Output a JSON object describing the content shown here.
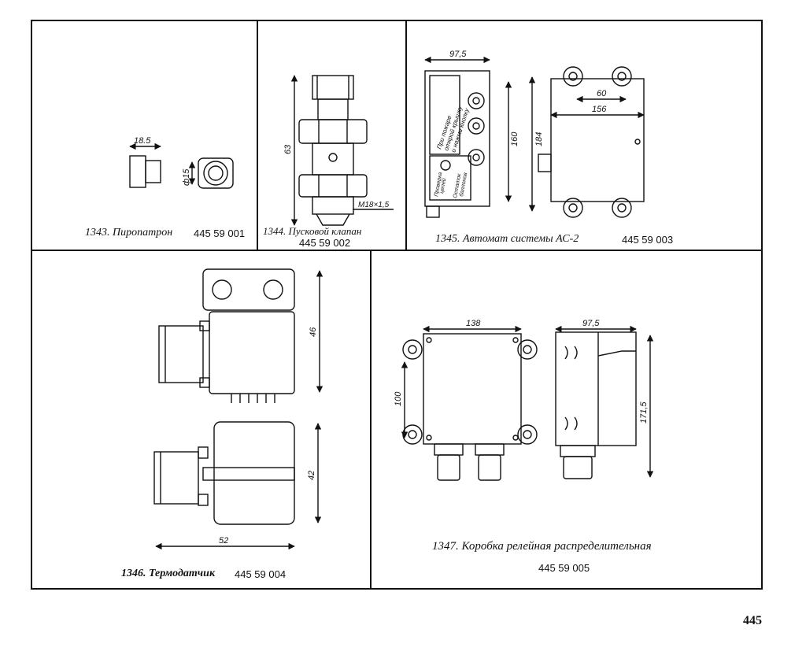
{
  "page_number": "445",
  "panels": [
    {
      "id": "1343",
      "title": "1343. Пиропатрон",
      "code": "445 59 001",
      "dims": {
        "width": "18.5",
        "diameter": "ф15"
      }
    },
    {
      "id": "1344",
      "title": "1344. Пусковой клапан",
      "code": "445 59 002",
      "dims": {
        "height": "63",
        "thread": "М18×1,5"
      }
    },
    {
      "id": "1345",
      "title": "1345. Автомат системы АС-2",
      "code": "445 59 003",
      "dims": {
        "d1": "97,5",
        "d2": "160",
        "d3": "184",
        "d4": "60",
        "d5": "156"
      },
      "labels": {
        "l1": "При пожаре",
        "l2": "открой крышку",
        "l3": "и нажми кнопку",
        "l4": "Проверка",
        "l5": "цепей",
        "l6": "Остаток",
        "l7": "баллонов"
      }
    },
    {
      "id": "1346",
      "title": "1346. Термодатчик",
      "code": "445 59 004",
      "dims": {
        "d1": "46",
        "d2": "42",
        "d3": "52"
      }
    },
    {
      "id": "1347",
      "title": "1347. Коробка релейная распределительная",
      "code": "445 59 005",
      "dims": {
        "d1": "138",
        "d2": "97,5",
        "d3": "100",
        "d4": "171,5"
      }
    }
  ]
}
